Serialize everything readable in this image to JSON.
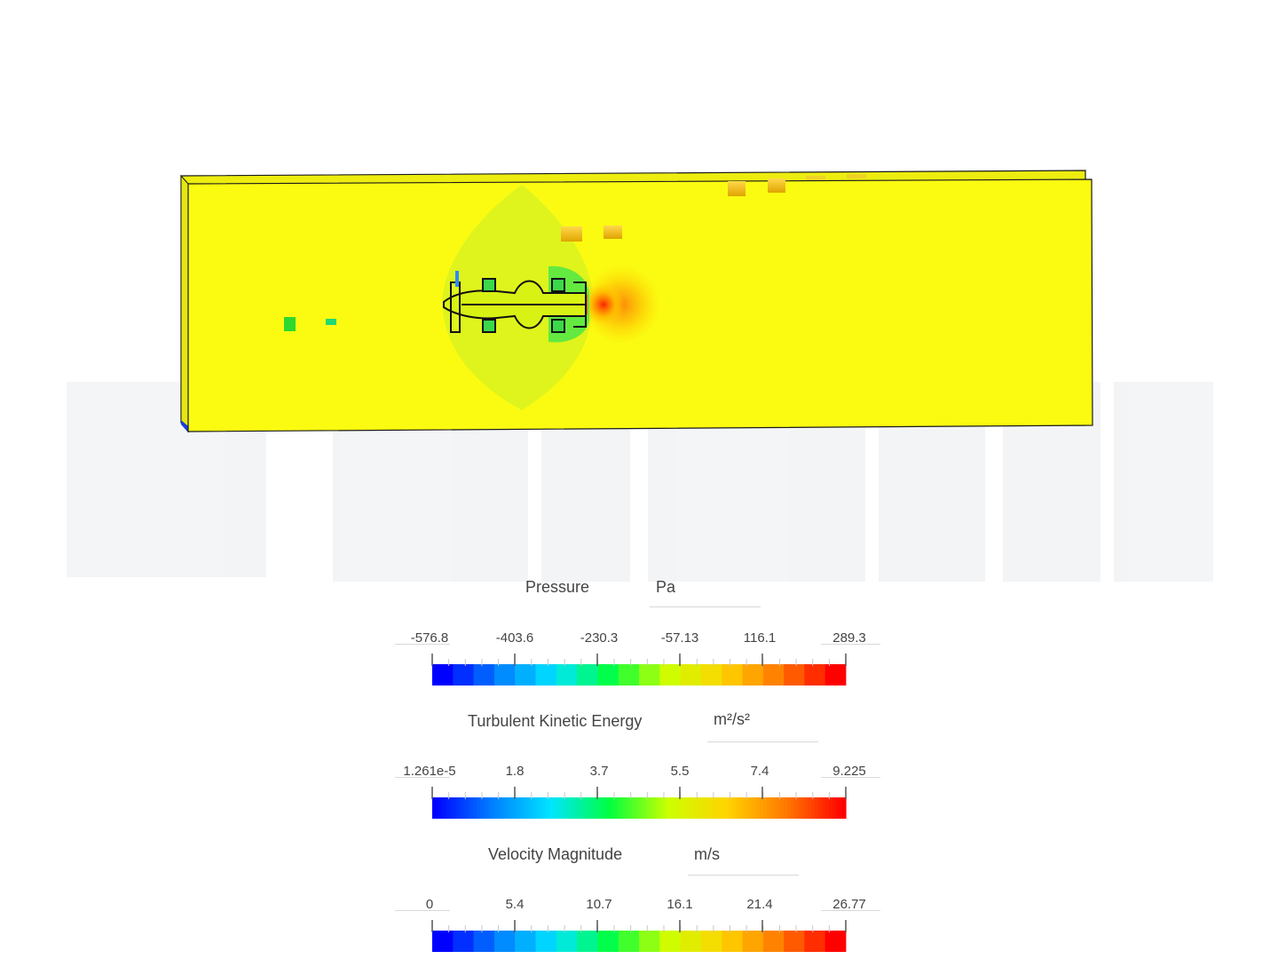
{
  "watermark": {
    "text": "SIMSCALE"
  },
  "legends": [
    {
      "title": "Pressure",
      "unit": "Pa",
      "ticks": [
        "-576.8",
        "-403.6",
        "-230.3",
        "-57.13",
        "116.1",
        "289.3"
      ],
      "style": "banded"
    },
    {
      "title": "Turbulent Kinetic Energy",
      "unit": "m²/s²",
      "ticks": [
        "1.261e-5",
        "1.8",
        "3.7",
        "5.5",
        "7.4",
        "9.225"
      ],
      "style": "smooth"
    },
    {
      "title": "Velocity Magnitude",
      "unit": "m/s",
      "ticks": [
        "0",
        "5.4",
        "10.7",
        "16.1",
        "21.4",
        "26.77"
      ],
      "style": "banded"
    }
  ],
  "colors": {
    "domain_face": "#fbfb12",
    "domain_edge": "#1a1a1a",
    "colormap": [
      "#0000ff",
      "#0080ff",
      "#00e5ff",
      "#00ff40",
      "#ccff00",
      "#ffd400",
      "#ff7a00",
      "#ff0000"
    ]
  }
}
